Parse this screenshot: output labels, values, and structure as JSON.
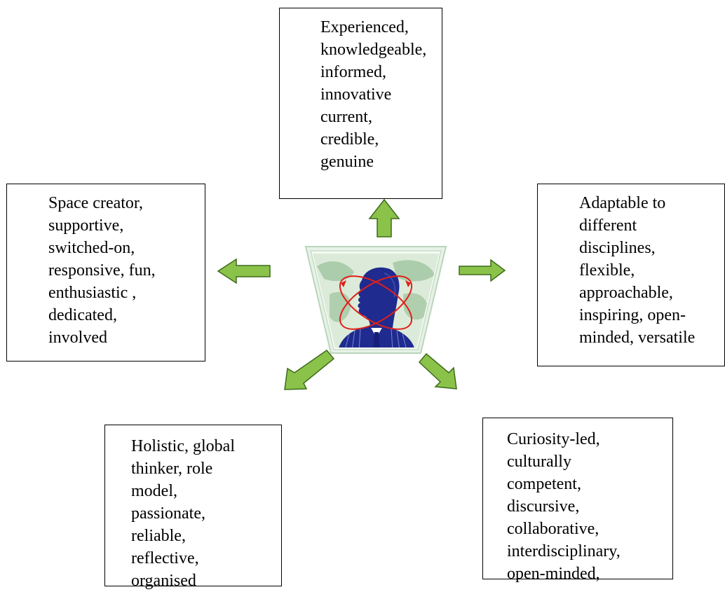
{
  "boxes": {
    "top": "Experienced,\nknowledgeable,\ninformed,\ninnovative\ncurrent,\ncredible,\ngenuine",
    "left": "Space creator,\nsupportive,\nswitched-on,\nresponsive, fun,\nenthusiastic ,\ndedicated,\ninvolved",
    "right": "Adaptable to\ndifferent\ndisciplines,\nflexible,\napproachable,\ninspiring, open-\nminded, versatile",
    "bottom_left": "Holistic, global\nthinker, role\nmodel,\npassionate,\nreliable,\nreflective,\norganised",
    "bottom_right": "Curiosity-led,\nculturally\ncompetent,\ndiscursive,\ncollaborative,\ninterdisciplinary,\nopen-minded,"
  },
  "colors": {
    "arrow_fill": "#8bc34a",
    "arrow_stroke": "#3d6b1a",
    "frame": "#cfe3cf",
    "map": "#9cc39c",
    "head": "#1f2b8f",
    "orbit": "#e0201a"
  },
  "icons": {
    "center": "person-head-orbit-clipart"
  }
}
